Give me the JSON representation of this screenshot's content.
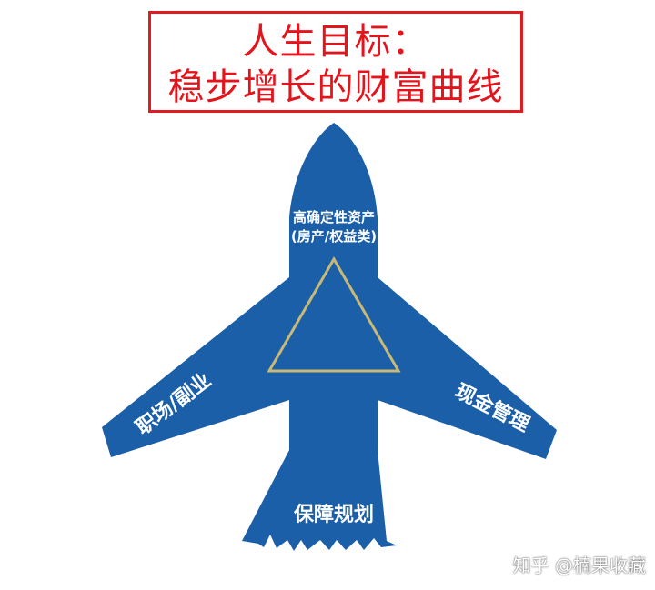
{
  "title": {
    "line1": "人生目标：",
    "line2": "稳步增长的财富曲线"
  },
  "diagram": {
    "nose_label_line1": "高确定性资产",
    "nose_label_line2": "(房产/权益类)",
    "left_wing_label": "职场/副业",
    "right_wing_label": "现金管理",
    "tail_label": "保障规划"
  },
  "watermark": "知乎 @楠果收藏",
  "colors": {
    "plane": "#1b5fa8",
    "title_red": "#e3141c",
    "triangle_stroke": "#c9b977"
  }
}
